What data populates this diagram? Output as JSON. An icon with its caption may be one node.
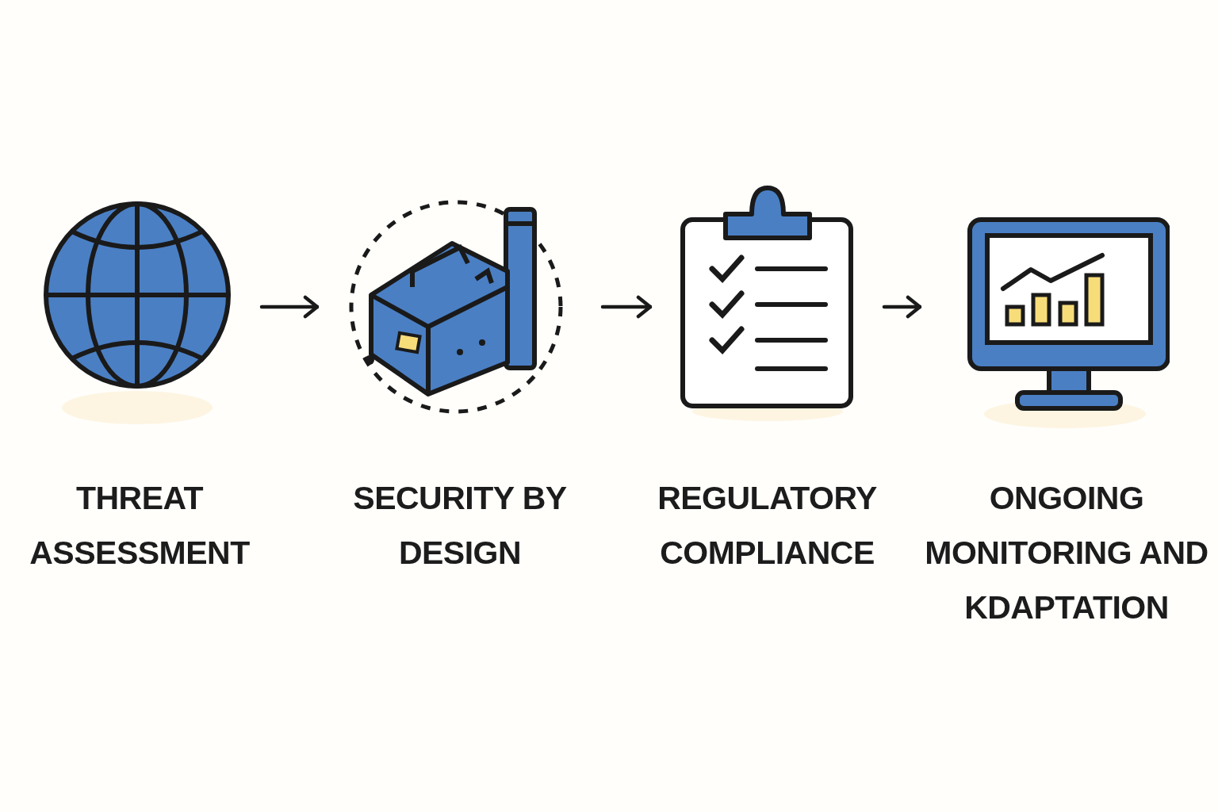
{
  "diagram": {
    "nodes": [
      {
        "text": [
          "THREAT ASSESSMENT"
        ]
      },
      {
        "text": [
          "SECURITY BY DESIGN"
        ]
      },
      {
        "text": [
          "REGULATORY COMPLIANCE"
        ]
      },
      {
        "text": [
          "ONGOING MONITORING AND KDAPTATION"
        ]
      }
    ],
    "edges": [
      {
        "from": 0,
        "to": 1,
        "arrow": "to"
      },
      {
        "from": 1,
        "to": 2,
        "arrow": "to"
      },
      {
        "from": 2,
        "to": 3,
        "arrow": "to"
      }
    ]
  }
}
